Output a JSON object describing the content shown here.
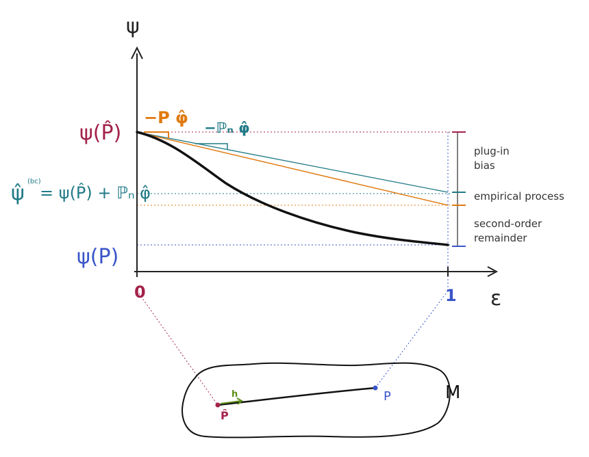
{
  "colors": {
    "axis": "#222222",
    "curve": "#111111",
    "crimson": "#a3224a",
    "blue": "#3a55c8",
    "teal": "#1f7a86",
    "orange": "#e07a10",
    "green": "#5e8f1a",
    "gray": "#555555"
  },
  "axes": {
    "y_label": "ψ",
    "x_label": "ε",
    "x_tick_0": "0",
    "x_tick_1": "1"
  },
  "y_labels": {
    "psi_hat": "ψ(P̂)",
    "psi_bc_lhs": "ψ̂",
    "psi_bc_sup": "(bc)",
    "psi_bc_rhs": "= ψ(P̂) + ℙₙ φ̂",
    "psi_true": "ψ(P)"
  },
  "slope_labels": {
    "orange": "−P φ̂",
    "teal": "−ℙₙ φ̂"
  },
  "brace_labels": {
    "plugin_bias": [
      "plug-in",
      "bias"
    ],
    "empirical_process": "empirical process",
    "second_order": [
      "second-order",
      "remainder"
    ]
  },
  "manifold": {
    "name": "M",
    "p_hat": "P̂",
    "p": "P",
    "h": "h"
  }
}
